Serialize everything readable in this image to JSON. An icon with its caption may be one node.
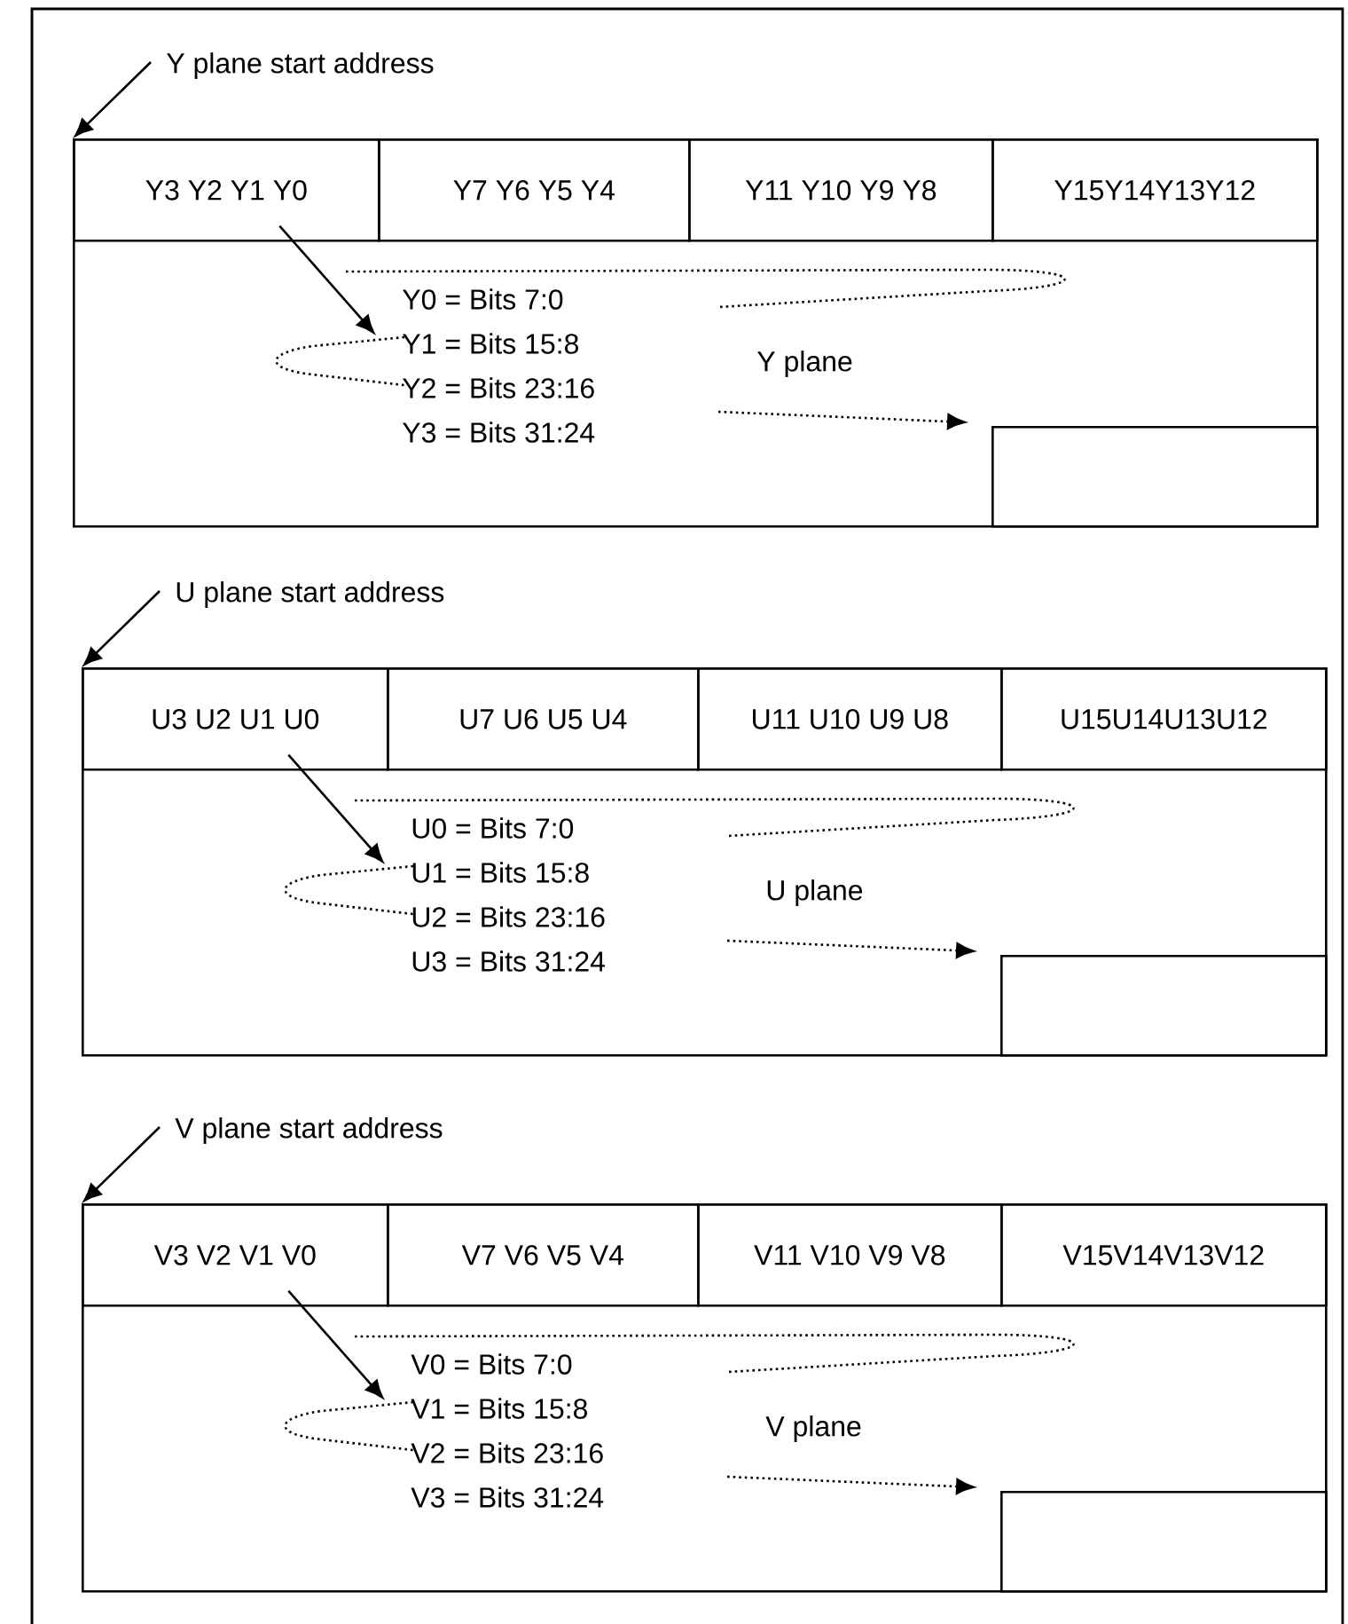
{
  "diagram": {
    "nodes": [
      {
        "text": [
          "Y plane start address"
        ]
      },
      {
        "text": [
          "Y plane"
        ]
      },
      {
        "text": [
          "Y3 Y2 Y1 Y0"
        ],
        "in": 1
      },
      {
        "text": [
          "Y7 Y6 Y5 Y4"
        ],
        "in": 1
      },
      {
        "text": [
          "Y11 Y10 Y9 Y8"
        ],
        "in": 1
      },
      {
        "text": [
          "Y15Y14Y13Y12"
        ],
        "in": 1
      },
      {
        "text": [
          "Y0 = Bits 7:0",
          "Y1 = Bits 15:8",
          "Y2 = Bits 23:16",
          "Y3 = Bits 31:24"
        ],
        "in": 1
      },
      {
        "text": [],
        "shape": "box",
        "in": 1
      },
      {
        "text": [
          "U plane start address"
        ]
      },
      {
        "text": [
          "U plane"
        ]
      },
      {
        "text": [
          "U3 U2 U1 U0"
        ],
        "in": 9
      },
      {
        "text": [
          "U7 U6 U5 U4"
        ],
        "in": 9
      },
      {
        "text": [
          "U11 U10 U9 U8"
        ],
        "in": 9
      },
      {
        "text": [
          "U15U14U13U12"
        ],
        "in": 9
      },
      {
        "text": [
          "U0 = Bits 7:0",
          "U1 = Bits 15:8",
          "U2 = Bits 23:16",
          "U3 = Bits 31:24"
        ],
        "in": 9
      },
      {
        "text": [],
        "shape": "box",
        "in": 9
      },
      {
        "text": [
          "V plane start address"
        ]
      },
      {
        "text": [
          "V plane"
        ]
      },
      {
        "text": [
          "V3 V2 V1 V0"
        ],
        "in": 17
      },
      {
        "text": [
          "V7 V6 V5 V4"
        ],
        "in": 17
      },
      {
        "text": [
          "V11 V10 V9 V8"
        ],
        "in": 17
      },
      {
        "text": [
          "V15V14V13V12"
        ],
        "in": 17
      },
      {
        "text": [
          "V0 = Bits 7:0",
          "V1 = Bits 15:8",
          "V2 = Bits 23:16",
          "V3 = Bits 31:24"
        ],
        "in": 17
      },
      {
        "text": [],
        "shape": "box",
        "in": 17
      }
    ],
    "edges": [
      {
        "from": 0,
        "to": 1,
        "arrow": "to"
      },
      {
        "from": 2,
        "to": 6,
        "arrow": "to"
      },
      {
        "from": null,
        "to": 7,
        "arrow": "to",
        "style": "dashed"
      },
      {
        "from": 8,
        "to": 9,
        "arrow": "to"
      },
      {
        "from": 10,
        "to": 14,
        "arrow": "to"
      },
      {
        "from": null,
        "to": 15,
        "arrow": "to",
        "style": "dashed"
      },
      {
        "from": 16,
        "to": 17,
        "arrow": "to"
      },
      {
        "from": 18,
        "to": 22,
        "arrow": "to"
      },
      {
        "from": null,
        "to": 23,
        "arrow": "to",
        "style": "dashed"
      }
    ]
  }
}
